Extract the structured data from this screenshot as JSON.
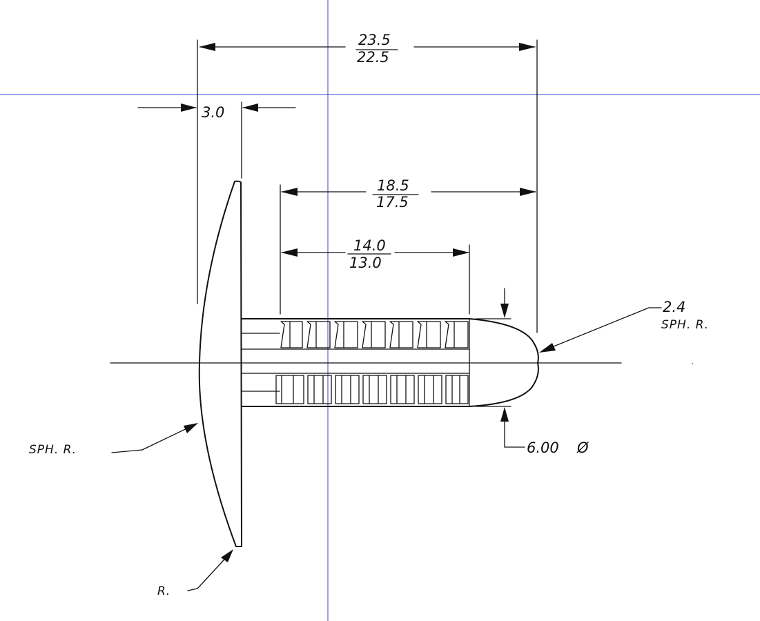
{
  "dimensions": {
    "overall_max": "23.5",
    "overall_min": "22.5",
    "head_thickness": "3.0",
    "shank_max": "18.5",
    "shank_min": "17.5",
    "ribbed_max": "14.0",
    "ribbed_min": "13.0",
    "tip_radius": "2.4",
    "diameter": "6.00"
  },
  "notes": {
    "tip_note": "SPH. R.",
    "head_note": "SPH. R.",
    "edge_note": "R."
  },
  "symbols": {
    "diameter_symbol": "Ø"
  },
  "colors": {
    "ink": "#111111",
    "guide_lines": "#3a3fd0"
  }
}
